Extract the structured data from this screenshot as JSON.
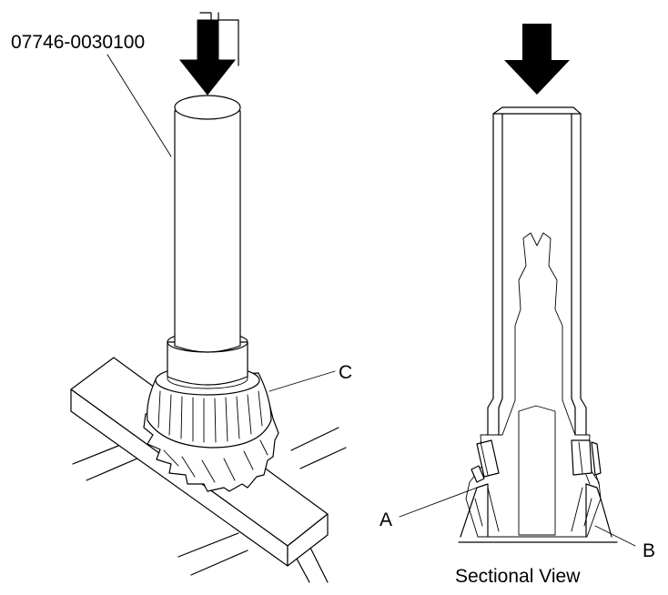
{
  "labels": {
    "tool_number": "07746-0030100",
    "callout_a": "A",
    "callout_b": "B",
    "callout_c": "C",
    "caption": "Sectional View"
  }
}
